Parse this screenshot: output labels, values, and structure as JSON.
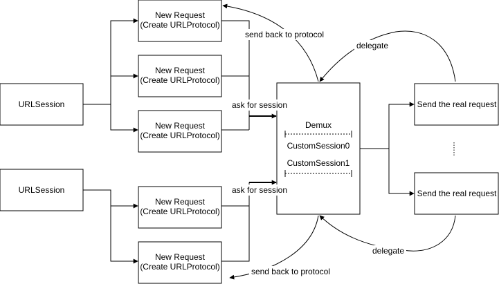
{
  "sessions": [
    {
      "label": "URLSession"
    },
    {
      "label": "URLSession"
    }
  ],
  "requests": [
    {
      "line1": "New Request",
      "line2": "(Create URLProtocol)"
    },
    {
      "line1": "New Request",
      "line2": "(Create URLProtocol)"
    },
    {
      "line1": "New Request",
      "line2": "(Create URLProtocol)"
    },
    {
      "line1": "New Request",
      "line2": "(Create URLProtocol)"
    },
    {
      "line1": "New Request",
      "line2": "(Create URLProtocol)"
    }
  ],
  "demux": {
    "title": "Demux",
    "session0": "CustomSession0",
    "session1": "CustomSession1"
  },
  "senders": [
    {
      "label": "Send the real request"
    },
    {
      "label": "Send the real request"
    }
  ],
  "edge_labels": {
    "send_back_top": "send back to protocol",
    "send_back_bottom": "send back to protocol",
    "ask_top": "ask for session",
    "ask_bottom": "ask for session",
    "delegate_top": "delegate",
    "delegate_bottom": "delegate"
  },
  "ellipsis": "⋮"
}
